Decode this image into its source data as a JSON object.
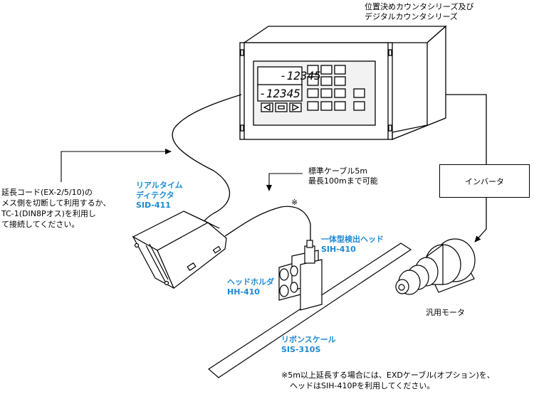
{
  "labels": {
    "counter_title": [
      "位置決めカウンタシリーズ及び",
      "デジタルカウンタシリーズ"
    ],
    "extension_note": [
      "延長コード(EX-2/5/10)の",
      "メス側を切断して利用するか、",
      "TC-1(DIN8Pオス)を利用し",
      "て接続してください。"
    ],
    "cable_note": [
      "標準ケーブル5m",
      "最長100mまで可能"
    ],
    "asterisk": "※",
    "detector": [
      "リアルタイム",
      "ディテクタ",
      "SID-411"
    ],
    "integrated_head": [
      "一体型検出ヘッド",
      "SIH-410"
    ],
    "head_holder": [
      "ヘッドホルダ",
      "HH-410"
    ],
    "ribbon_scale": [
      "リボンスケール",
      "SIS-310S"
    ],
    "inverter": "インバータ",
    "motor": "汎用モータ",
    "footnote": [
      "※5m以上延長する場合には、EXDケーブル(オプション)を、",
      "ヘッドはSIH-410Pを利用してください。"
    ]
  },
  "counter_display": {
    "readout_1": "-12345",
    "readout_2": "-12345"
  },
  "colors": {
    "line": "#000000",
    "accent": "#1a8ad4",
    "panel_gray": "#d0d0d0"
  }
}
